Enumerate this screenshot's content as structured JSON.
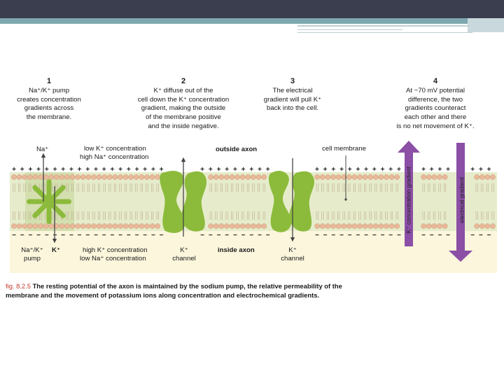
{
  "steps": [
    {
      "number": "1",
      "lines": [
        "Na⁺/K⁺ pump",
        "creates concentration",
        "gradients across",
        "the membrane."
      ]
    },
    {
      "number": "2",
      "lines": [
        "K⁺ diffuse out of the",
        "cell down the K⁺ concentration",
        "gradient, making the outside",
        "of the membrane positive",
        "and the inside negative."
      ]
    },
    {
      "number": "3",
      "lines": [
        "The electrical",
        "gradient will pull K⁺",
        "back into the cell."
      ]
    },
    {
      "number": "4",
      "lines": [
        "At −70 mV potential",
        "difference, the two",
        "gradients counteract",
        "each other and there",
        "is no net movement of K⁺."
      ]
    }
  ],
  "labels": {
    "na_plus": "Na⁺",
    "outside_conc_1": "low K⁺ concentration",
    "outside_conc_2": "high Na⁺ concentration",
    "outside_axon": "outside axon",
    "cell_membrane": "cell membrane",
    "pump_1": "Na⁺/K⁺",
    "pump_2": "pump",
    "k_plus": "K⁺",
    "inside_conc_1": "high K⁺ concentration",
    "inside_conc_2": "low Na⁺ concentration",
    "k_channel_1": "K⁺",
    "k_channel_2": "channel",
    "inside_axon": "inside axon",
    "k_channel_b_1": "K⁺",
    "k_channel_b_2": "channel",
    "k_gradient": "K⁺ concentration gradient",
    "electrical_gradient": "electrical gradient"
  },
  "caption": {
    "fig": "fig. 8.2.5",
    "text_1": " The resting potential of the axon is maintained by the sodium pump, the relative permeability of the",
    "text_2": "membrane and the movement of potassium ions along concentration and electrochemical gradients."
  },
  "charges": {
    "plus": "+",
    "minus": "−"
  },
  "colors": {
    "title_bar": "#3a3e4e",
    "accent": "#7fa7b0",
    "membrane_band": "#e6eccb",
    "inside_fill": "#fbf6dc",
    "lipid_head": "#e9b999",
    "channel": "#8cbb3b",
    "arrow_purple": "#8b4fa6",
    "caption_fig": "#c0392b"
  }
}
